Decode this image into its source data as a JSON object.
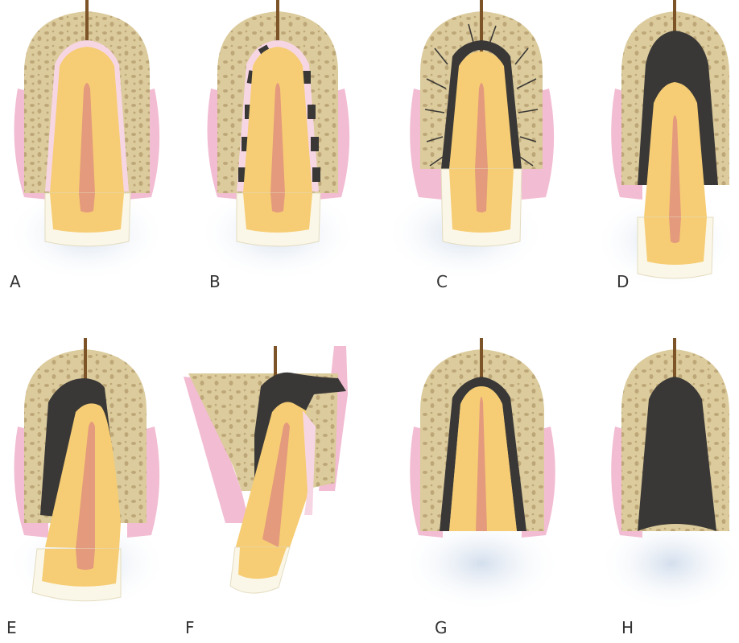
{
  "panels": [
    {
      "id": "A",
      "label": "A",
      "condition": "normal"
    },
    {
      "id": "B",
      "label": "B",
      "condition": "concussion"
    },
    {
      "id": "C",
      "label": "C",
      "condition": "subluxation"
    },
    {
      "id": "D",
      "label": "D",
      "condition": "extrusive-luxation"
    },
    {
      "id": "E",
      "label": "E",
      "condition": "lateral-luxation"
    },
    {
      "id": "F",
      "label": "F",
      "condition": "lateral-luxation-fracture"
    },
    {
      "id": "G",
      "label": "G",
      "condition": "intrusive-luxation"
    },
    {
      "id": "H",
      "label": "H",
      "condition": "avulsion"
    }
  ],
  "colors": {
    "bone": "#dccb9c",
    "bone_pore": "#bda778",
    "gingiva": "#f2bcd2",
    "root": "#f6cd74",
    "pulp": "#e49a7c",
    "enamel": "#fbf7e8",
    "injury": "#3a3836",
    "shadow": "#d7e0ee",
    "suture": "#7d5428",
    "ligament": "#f7d6e4"
  }
}
